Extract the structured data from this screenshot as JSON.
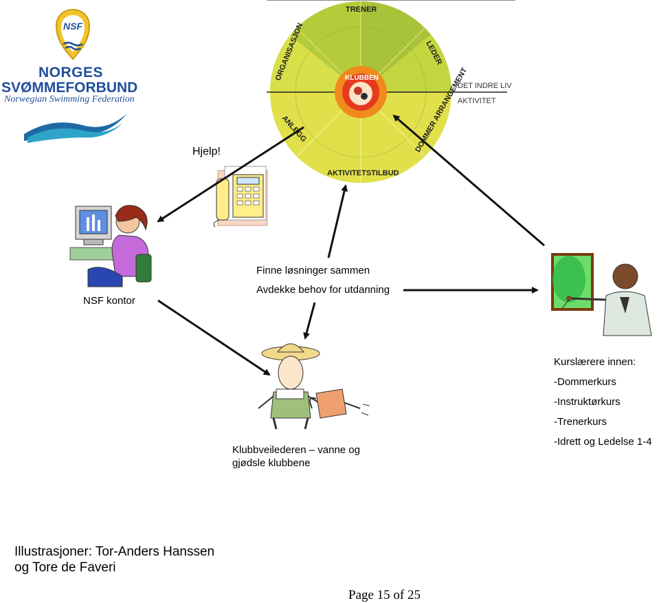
{
  "logo": {
    "line1": "NORGES",
    "line2": "SVØMMEFORBUND",
    "line3": "Norwegian Swimming Federation",
    "badge": "NSF"
  },
  "wheel": {
    "center": "KLUBBEN",
    "segments": [
      "TRENER",
      "LEDER",
      "DOMMER ARRANGEMENT",
      "AKTIVITETSTILBUD",
      "ANLEGG",
      "ORGANISASJON"
    ],
    "side_top": "DET INDRE LIV",
    "side_bottom": "AKTIVITET"
  },
  "labels": {
    "help": "Hjelp!",
    "nsf_office": "NSF kontor",
    "find_solutions": "Finne løsninger sammen",
    "uncover_needs": "Avdekke behov for utdanning",
    "club_advisor_1": "Klubbveilederen – vanne og",
    "club_advisor_2": "gjødsle klubbene"
  },
  "instructors": {
    "title": "Kurslærere innen:",
    "items": [
      "-Dommerkurs",
      "-Instruktørkurs",
      "-Trenerkurs",
      "-Idrett og Ledelse 1-4"
    ]
  },
  "credits": {
    "line1": "Illustrasjoner: Tor-Anders Hanssen",
    "line2": "og Tore de Faveri"
  },
  "page": "Page 15 of 25",
  "colors": {
    "brand_blue": "#1f4e9c",
    "wheel_outer": "#e3e34a",
    "wheel_top": "#9fbf3a",
    "center_orange": "#f08a1c"
  }
}
